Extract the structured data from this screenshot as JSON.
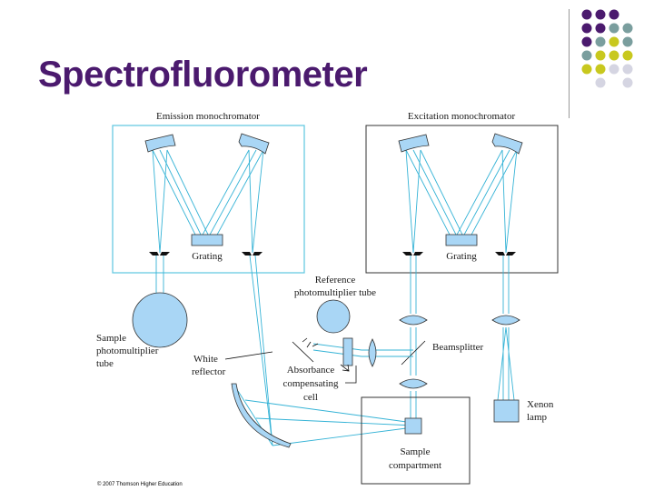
{
  "title": "Spectrofluorometer",
  "copyright": "© 2007 Thomson Higher Education",
  "labels": {
    "emission_mono": "Emission monochromator",
    "excitation_mono": "Excitation monochromator",
    "grating_left": "Grating",
    "grating_right": "Grating",
    "reference_pmt": [
      "Reference",
      "photomultiplier tube"
    ],
    "sample_pmt": [
      "Sample",
      "photomultiplier",
      "tube"
    ],
    "white_reflector": [
      "White",
      "reflector"
    ],
    "beamsplitter": "Beamsplitter",
    "absorbance_cell": [
      "Absorbance",
      "compensating",
      "cell"
    ],
    "xenon_lamp": [
      "Xenon",
      "lamp"
    ],
    "sample_compartment": [
      "Sample",
      "compartment"
    ]
  },
  "colors": {
    "title": "#4b1a6e",
    "component_fill": "#a9d6f5",
    "beam": "#35b3d6",
    "emission_box": "#5cc6e0",
    "dot_purple": "#4b1a6e",
    "dot_teal": "#7a9e9e",
    "dot_yellow": "#c8c81e",
    "dot_gray": "#d5d5e2"
  },
  "dot_grid": [
    [
      "purple",
      "purple",
      "purple",
      "none"
    ],
    [
      "purple",
      "purple",
      "teal",
      "teal"
    ],
    [
      "purple",
      "teal",
      "yellow",
      "teal"
    ],
    [
      "teal",
      "yellow",
      "yellow",
      "yellow"
    ],
    [
      "yellow",
      "yellow",
      "gray",
      "gray"
    ],
    [
      "none",
      "gray",
      "none",
      "gray"
    ]
  ]
}
